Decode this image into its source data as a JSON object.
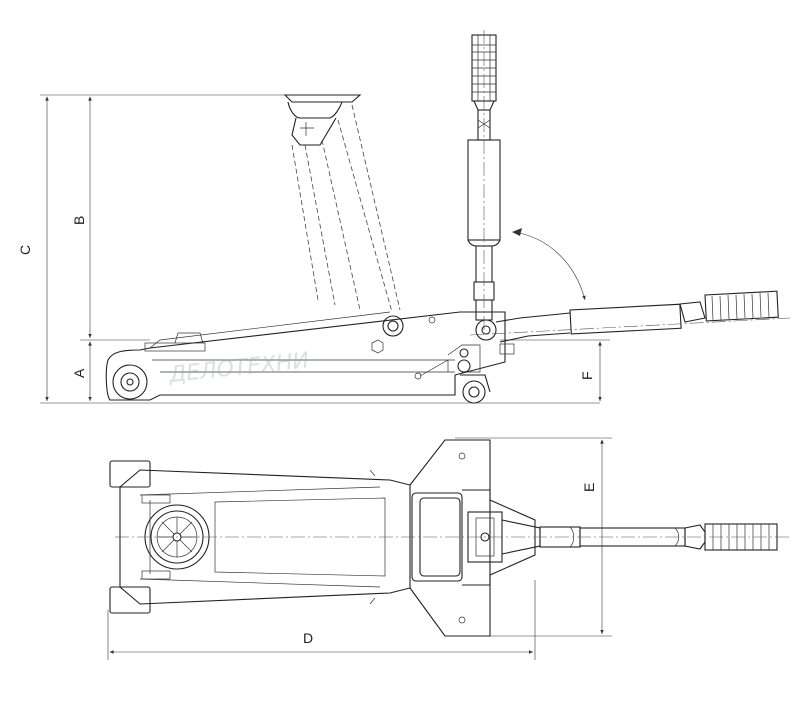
{
  "labels": {
    "A": "A",
    "B": "B",
    "C": "C",
    "D": "D",
    "E": "E",
    "F": "F"
  },
  "watermark": "ДЕЛОТЕХНИ",
  "colors": {
    "line": "#222222",
    "background": "#ffffff",
    "watermark": "#9aa7b3"
  }
}
